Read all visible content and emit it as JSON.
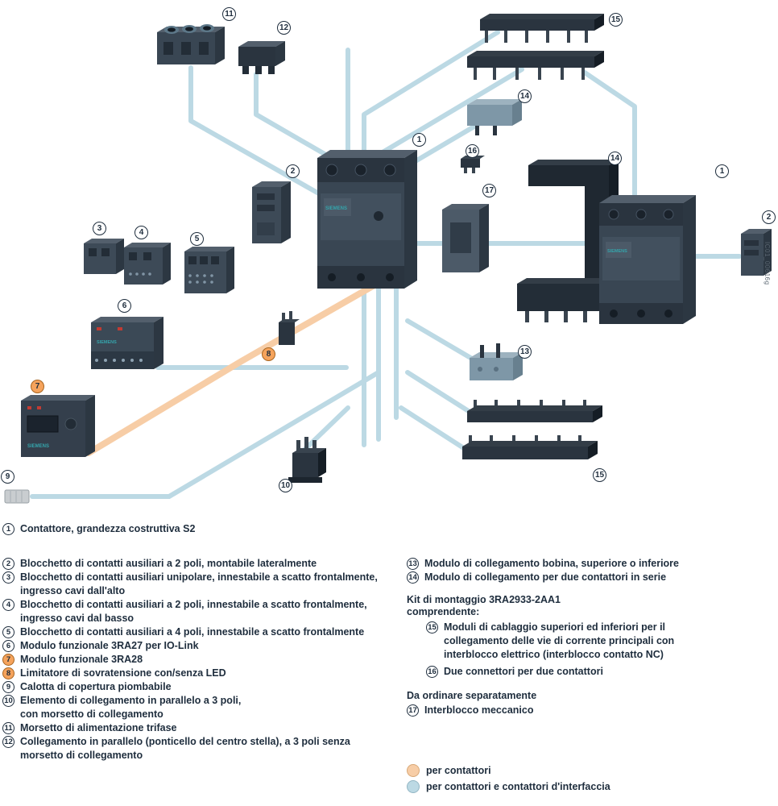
{
  "brand": "SIEMENS",
  "figure": {
    "watermark": "IC01_00616g",
    "callouts": [
      "11",
      "12",
      "15",
      "14",
      "1",
      "16",
      "2",
      "14",
      "1",
      "17",
      "3",
      "4",
      "5",
      "2",
      "6",
      "8",
      "13",
      "7",
      "9",
      "10",
      "15"
    ],
    "colors": {
      "line_blue": "#bcd9e4",
      "line_orange": "#f7cda6",
      "callout_orange": "#f5a35c",
      "part_dark": "#2a343f",
      "text": "#1e2d3d"
    }
  },
  "legend": {
    "intro": {
      "num": "1",
      "text": "Contattore, grandezza costruttiva S2"
    },
    "left": [
      {
        "num": "2",
        "text": "Blocchetto di contatti ausiliari a 2 poli, montabile lateralmente"
      },
      {
        "num": "3",
        "text": "Blocchetto di contatti ausiliari unipolare, innestabile a scatto frontalmente,\ningresso cavi dall'alto"
      },
      {
        "num": "4",
        "text": "Blocchetto di contatti ausiliari a 2 poli, innestabile a scatto frontalmente,\ningresso cavi dal basso"
      },
      {
        "num": "5",
        "text": "Blocchetto di contatti ausiliari a 4 poli, innestabile a scatto frontalmente"
      },
      {
        "num": "6",
        "text": "Modulo funzionale 3RA27 per IO-Link"
      },
      {
        "num": "7",
        "text": "Modulo funzionale 3RA28"
      },
      {
        "num": "8",
        "text": "Limitatore di sovratensione con/senza LED"
      },
      {
        "num": "9",
        "text": "Calotta di copertura piombabile"
      },
      {
        "num": "10",
        "text": "Elemento di collegamento in parallelo a 3 poli,\ncon morsetto di collegamento"
      },
      {
        "num": "11",
        "text": "Morsetto di alimentazione trifase"
      },
      {
        "num": "12",
        "text": "Collegamento in parallelo (ponticello del centro stella), a 3 poli senza\nmorsetto di collegamento"
      }
    ],
    "right": [
      {
        "num": "13",
        "text": "Modulo di collegamento bobina, superiore o inferiore"
      },
      {
        "num": "14",
        "text": "Modulo di collegamento per due contattori in serie"
      }
    ],
    "kit": {
      "title": "Kit di montaggio 3RA2933-2AA1",
      "subtitle": "comprendente:",
      "items": [
        {
          "num": "15",
          "text": "Moduli di cablaggio superiori ed inferiori per il\ncollegamento delle vie di corrente principali con\ninterblocco elettrico (interblocco contatto NC)"
        },
        {
          "num": "16",
          "text": "Due connettori per due contattori"
        }
      ]
    },
    "separate": {
      "title": "Da ordinare separatamente",
      "items": [
        {
          "num": "17",
          "text": "Interblocco meccanico"
        }
      ]
    },
    "color_key": [
      {
        "swatch": "orange",
        "label": "per contattori"
      },
      {
        "swatch": "blue",
        "label": "per contattori e contattori d'interfaccia"
      }
    ]
  }
}
